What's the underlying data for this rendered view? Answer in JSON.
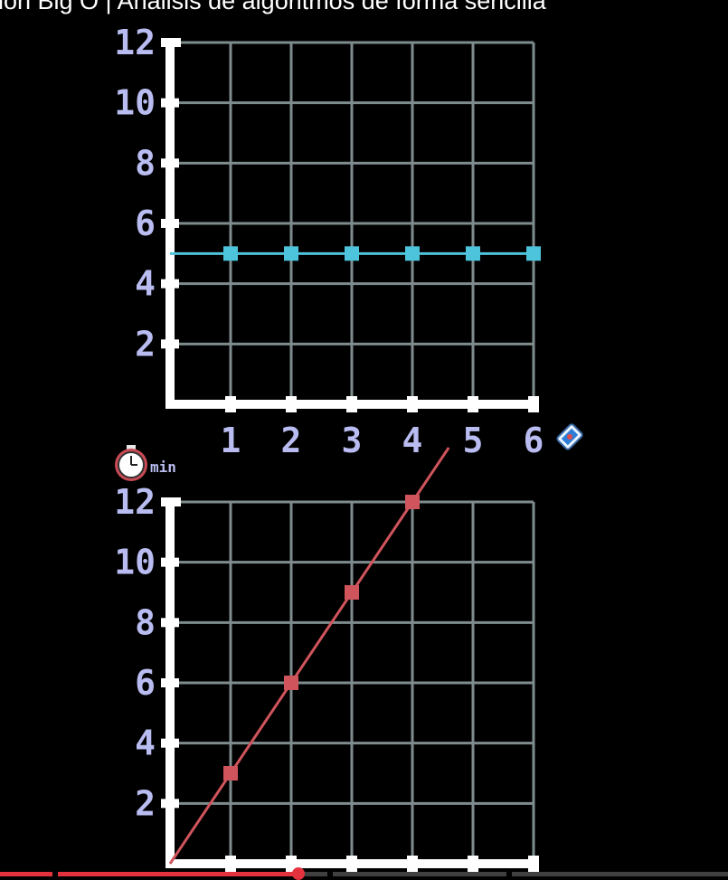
{
  "video": {
    "title": "ión Big O | Análisis de algoritmos de forma sencilla",
    "progress": 0.41
  },
  "colors": {
    "background": "#000000",
    "grid": "#7f8c8e",
    "axis": "#ffffff",
    "tick_label": "#b9bcf0",
    "top_series": "#4ec3dc",
    "bottom_series": "#d0545c",
    "seek_progress": "#e4323e"
  },
  "chart_data": [
    {
      "type": "line",
      "x": [
        1,
        2,
        3,
        4,
        5,
        6
      ],
      "series": [
        {
          "values": [
            5,
            5,
            5,
            5,
            5,
            5
          ],
          "color": "#4ec3dc"
        }
      ],
      "xticks": [
        "1",
        "2",
        "3",
        "4",
        "5",
        "6"
      ],
      "yticks": [
        "2",
        "4",
        "6",
        "8",
        "10",
        "12"
      ],
      "xlim": [
        0,
        6
      ],
      "ylim": [
        0,
        12
      ],
      "grid": true,
      "x_axis_icon": "tablet-icon"
    },
    {
      "type": "line",
      "x": [
        1,
        2,
        3,
        4
      ],
      "series": [
        {
          "values": [
            3,
            6,
            9,
            12
          ],
          "color": "#d0545c"
        }
      ],
      "yticks": [
        "2",
        "4",
        "6",
        "8",
        "10",
        "12"
      ],
      "xlim": [
        0,
        6
      ],
      "ylim": [
        0,
        12
      ],
      "grid": true,
      "y_axis_icon": "stopwatch-icon",
      "y_unit": "min"
    }
  ]
}
